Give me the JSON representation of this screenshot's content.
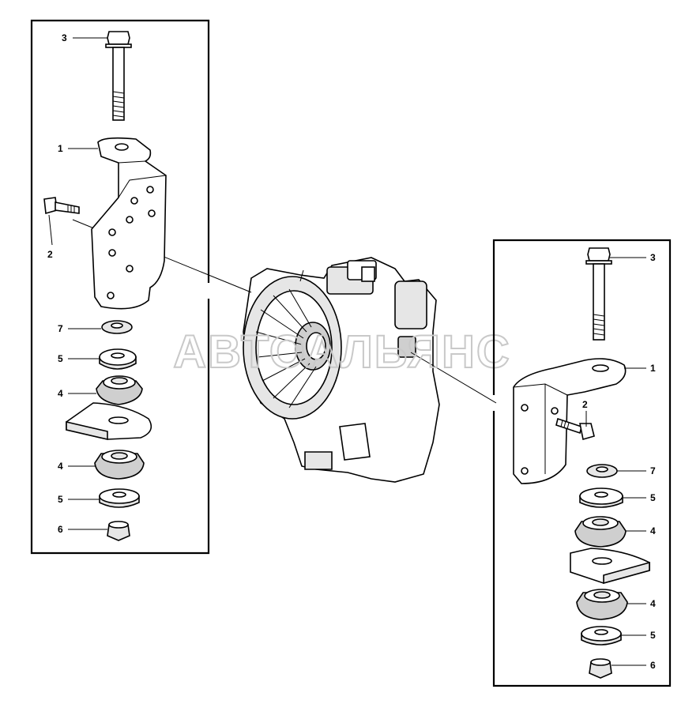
{
  "watermark": "АВТОАЛЬЯНС",
  "left_group": {
    "callouts": [
      "3",
      "1",
      "2",
      "7",
      "5",
      "4",
      "4",
      "5",
      "6"
    ]
  },
  "right_group": {
    "callouts": [
      "3",
      "1",
      "2",
      "7",
      "5",
      "4",
      "4",
      "5",
      "6"
    ]
  }
}
